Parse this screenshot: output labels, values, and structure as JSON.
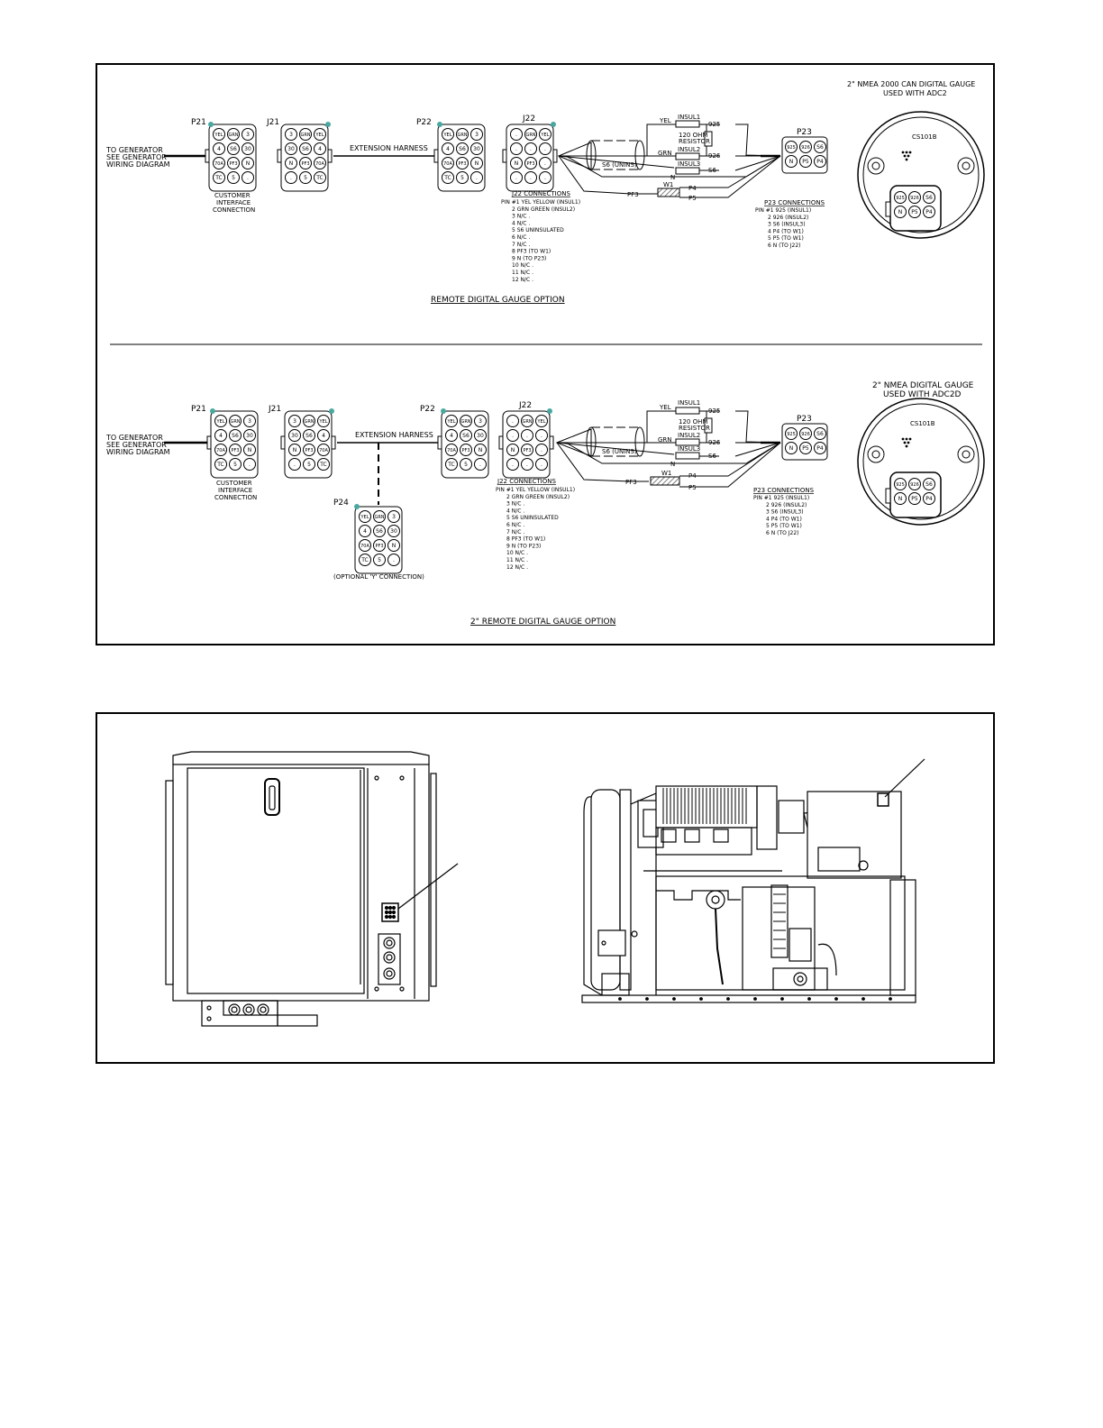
{
  "top_panel": {
    "option_a": {
      "title": "REMOTE  DIGITAL  GAUGE  OPTION",
      "gauge_title": [
        "2\"  NMEA  2000  CAN  DIGITAL  GAUGE",
        "USED  WITH  ADC2"
      ]
    },
    "option_b": {
      "title": "2\"  REMOTE  DIGITAL  GAUGE  OPTION",
      "gauge_title": [
        "2\"  NMEA  DIGITAL  GAUGE",
        "USED  WITH  ADC2D"
      ]
    },
    "labels": {
      "to_generator": [
        "TO  GENERATOR",
        "SEE  GENERATOR",
        "WIRING  DIAGRAM"
      ],
      "customer": [
        "CUSTOMER",
        "INTERFACE",
        "CONNECTION"
      ],
      "extension_harness": "EXTENSION  HARNESS",
      "optional_y": "(OPTIONAL  'Y'  CONNECTION)",
      "p21": "P21",
      "j21": "J21",
      "p22": "P22",
      "j22": "J22",
      "p23": "P23",
      "p24": "P24",
      "gauge_model": "CS101B"
    },
    "wiring_labels": {
      "yel": "YEL",
      "grn": "GRN",
      "insul1": "INSUL1",
      "insul2": "INSUL2",
      "insul3": "INSUL3",
      "resistor": [
        "120  OHM",
        "RESISTOR"
      ],
      "w925": "925",
      "w926": "926",
      "s6": "S6",
      "s6_unins": "S6  (UNINS)",
      "n": "N",
      "pf3": "PF3",
      "w1": "W1",
      "p4": "P4",
      "p5": "P5"
    },
    "connector_pins": {
      "p21": [
        "YEL",
        "GRN",
        "3",
        "4",
        "S6",
        "30",
        "70A",
        "PF3",
        "N",
        "TC",
        "5",
        "."
      ],
      "j21": [
        "3",
        "GRN",
        "YEL",
        "30",
        "S6",
        "4",
        "N",
        "PF3",
        "70A",
        ".",
        "5",
        "TC"
      ],
      "j22": [
        ".",
        "GRN",
        "YEL",
        ".",
        ".",
        ".",
        "N",
        "PF3",
        ".",
        ".",
        ".",
        "."
      ],
      "p23": [
        "925",
        "926",
        "S6",
        "N",
        "P5",
        "P4"
      ]
    },
    "j22_table": {
      "title": "J22  CONNECTIONS",
      "rows": [
        "PIN #1   YEL    YELLOW (INSUL1)",
        "2   GRN   GREEN  (INSUL2)",
        "3   N/C    .",
        "4   N/C    .",
        "5   S6      UNINSULATED",
        "6   N/C    .",
        "7   N/C    .",
        "8   PF3    (TO  W1)",
        "9   N       (TO  P23)",
        "10  N/C   .",
        "11  N/C   .",
        "12  N/C   ."
      ]
    },
    "p23_table": {
      "title": "P23  CONNECTIONS",
      "rows": [
        "PIN #1   925   (INSUL1)",
        "2   926   (INSUL2)",
        "3   S6     (INSUL3)",
        "4   P4     (TO  W1)",
        "5   P5     (TO  W1)",
        "6   N       (TO  J22)"
      ]
    }
  },
  "colors": {
    "line": "#000000",
    "tab": "#4aa8a0",
    "hatch": "#555555"
  }
}
